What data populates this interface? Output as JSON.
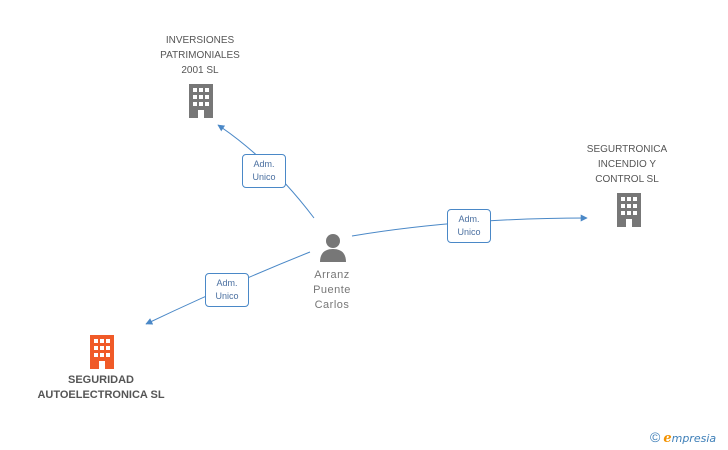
{
  "colors": {
    "edge": "#4a88c7",
    "company_icon": "#777777",
    "main_company_icon": "#f05a28",
    "person_icon": "#777777"
  },
  "nodes": {
    "person": {
      "icon": "person-icon",
      "label_lines": [
        "Arranz",
        "Puente",
        "Carlos"
      ]
    },
    "inversiones": {
      "icon": "building-icon",
      "label_lines": [
        "INVERSIONES",
        "PATRIMONIALES",
        "2001 SL"
      ]
    },
    "segurtronica": {
      "icon": "building-icon",
      "label_lines": [
        "SEGURTRONICA",
        "INCENDIO Y",
        "CONTROL SL"
      ]
    },
    "seguridad": {
      "icon": "building-icon",
      "label_lines": [
        "SEGURIDAD",
        "AUTOELECTRONICA SL"
      ]
    }
  },
  "edges": [
    {
      "from": "person",
      "to": "inversiones",
      "label_lines": [
        "Adm.",
        "Unico"
      ]
    },
    {
      "from": "person",
      "to": "segurtronica",
      "label_lines": [
        "Adm.",
        "Unico"
      ]
    },
    {
      "from": "person",
      "to": "seguridad",
      "label_lines": [
        "Adm.",
        "Unico"
      ]
    }
  ],
  "footer": {
    "copyright_symbol": "©",
    "brand_initial": "e",
    "brand_rest": "mpresia"
  }
}
